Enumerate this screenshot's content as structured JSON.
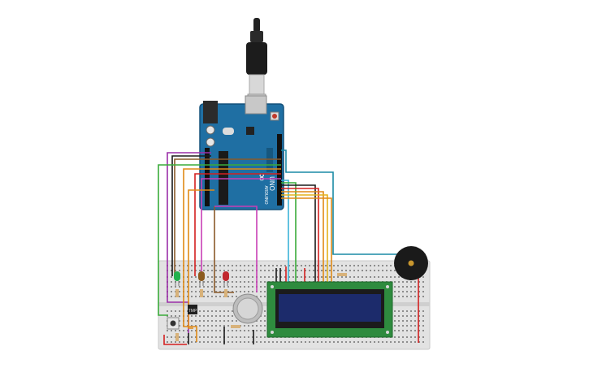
{
  "arduino": {
    "brand": "ARDUINO",
    "model": "UNO",
    "logo_symbol": "∞"
  },
  "components": {
    "leds": [
      {
        "color_name": "green",
        "color": "#22b14c"
      },
      {
        "color_name": "orange",
        "color": "#8b5a1e"
      },
      {
        "color_name": "red",
        "color": "#c1272d"
      }
    ],
    "sensor_label": "TMP",
    "lcd": {
      "size": "16x2",
      "screen_color": "#1c2b6b",
      "pcb_color": "#2e8b3e"
    },
    "buzzer": {
      "color": "#1a1a1a",
      "center_color": "#c8962e"
    }
  },
  "wire_colors": {
    "teal": "#1a8aa5",
    "purple": "#9b2fa8",
    "green": "#3aab3a",
    "red": "#d42020",
    "orange": "#e08a16",
    "yellow": "#e4b21c",
    "brown": "#8a5a2a",
    "black": "#1a1a1a",
    "magenta": "#c83fb6",
    "lightblue": "#3bb4d8"
  }
}
